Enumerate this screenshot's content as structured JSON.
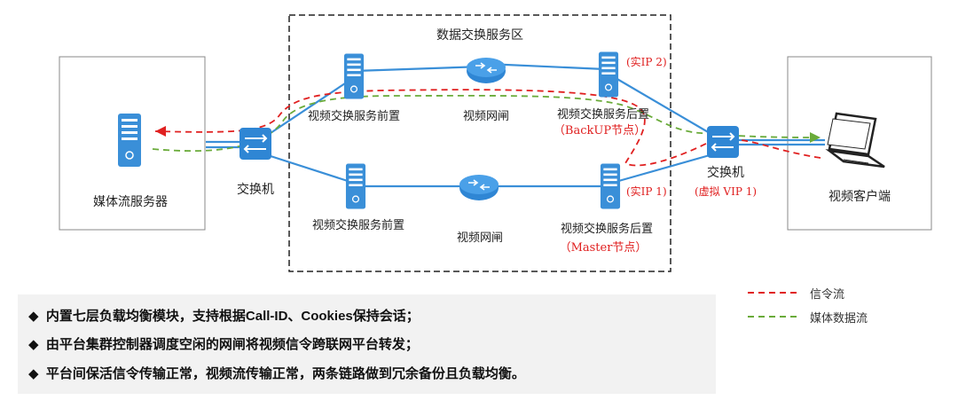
{
  "zone_title": "数据交换服务区",
  "media_server": "媒体流服务器",
  "switch_left": "交换机",
  "front_top": "视频交换服务前置",
  "gateway_top": "视频网闸",
  "back_top": "视频交换服务后置",
  "back_top_tag": "（BackUP节点）",
  "real_ip2": "(实IP 2)",
  "front_bottom": "视频交换服务前置",
  "gateway_bottom": "视频网闸",
  "back_bottom": "视频交换服务后置",
  "back_bottom_tag": "（Master节点）",
  "real_ip1": "(实IP 1)",
  "switch_right": "交换机",
  "virtual_ip": "(虚拟 VIP 1)",
  "client": "视频客户端",
  "legend": {
    "signal": "信令流",
    "media": "媒体数据流",
    "signal_color": "#e02020",
    "media_color": "#6aab3a"
  },
  "notes": [
    "内置七层负载均衡模块，支持根据Call-ID、Cookies保持会话；",
    "由平台集群控制器调度空闲的网闸将视频信令跨联网平台转发；",
    "平台间保活信令传输正常，视频流传输正常，两条链路做到冗余备份且负载均衡。"
  ],
  "bullet": "◆",
  "colors": {
    "link": "#3a8fd8",
    "device": "#3a8fd8"
  }
}
